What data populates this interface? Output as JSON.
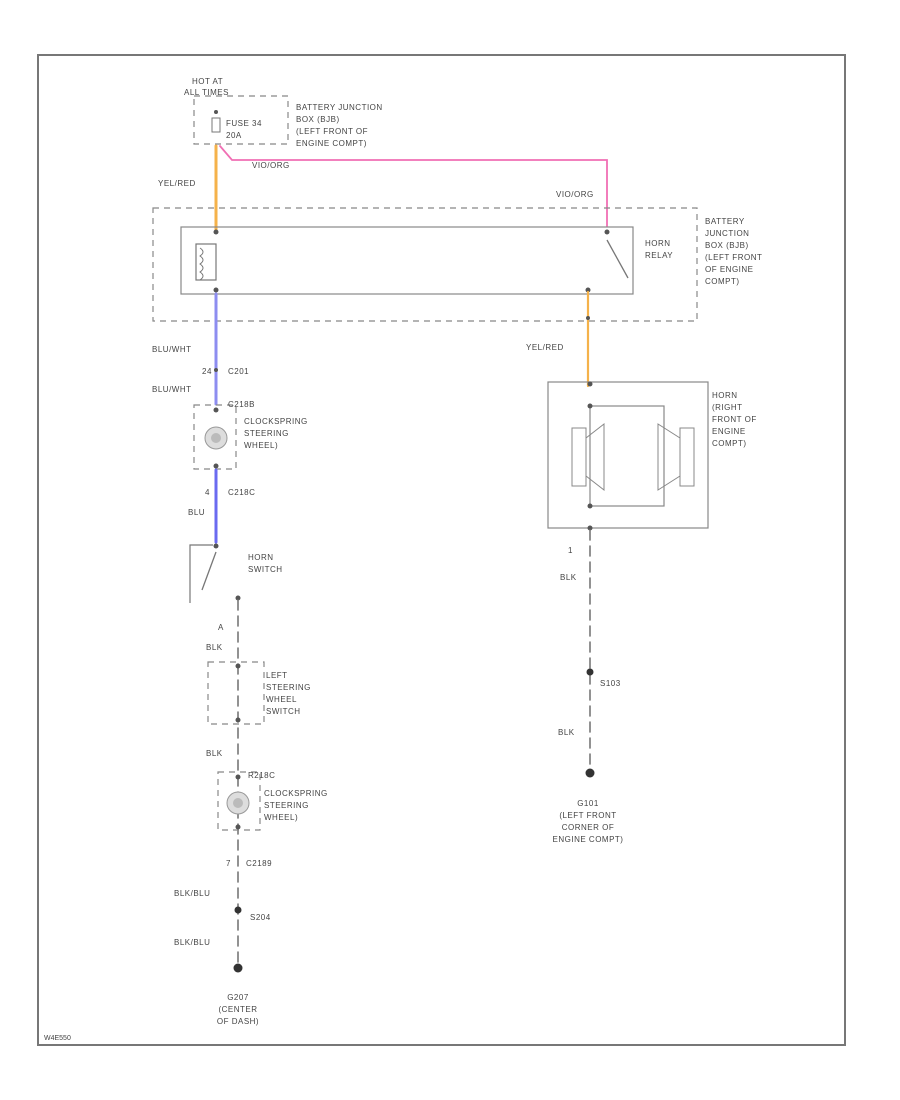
{
  "colors": {
    "wire_yel_red": "#f5b24a",
    "wire_vio_org": "#f06fb4",
    "wire_blu_wht": "#8d8df0",
    "wire_blu": "#6a6af0",
    "wire_blk": "#777777",
    "frame": "#777777"
  },
  "labels": {
    "hot_at_all_times": [
      "HOT AT",
      "ALL TIMES"
    ],
    "fuse": [
      "FUSE 34",
      "20A"
    ],
    "bjb_top": [
      "BATTERY JUNCTION",
      "BOX (BJB)",
      "(LEFT FRONT OF",
      "ENGINE COMPT)"
    ],
    "vio_org_top": "VIO/ORG",
    "yel_red_left": "YEL/RED",
    "vio_org_right": "VIO/ORG",
    "bjb_right": [
      "BATTERY",
      "JUNCTION",
      "BOX (BJB)",
      "(LEFT FRONT",
      "OF ENGINE",
      "COMPT)"
    ],
    "horn_relay": [
      "HORN",
      "RELAY"
    ],
    "blu_wht_1": "BLU/WHT",
    "pin_24": "24",
    "c201": "C201",
    "blu_wht_2": "BLU/WHT",
    "c218b": "C218B",
    "clockspring_1": [
      "CLOCKSPRING",
      "STEERING",
      "WHEEL)"
    ],
    "pin_4": "4",
    "c218c": "C218C",
    "blu": "BLU",
    "horn_switch": [
      "HORN",
      "SWITCH"
    ],
    "pin_a": "A",
    "blk_1": "BLK",
    "left_steering": [
      "LEFT",
      "STEERING",
      "WHEEL",
      "SWITCH"
    ],
    "blk_2": "BLK",
    "r218c": "R218C",
    "clockspring_2": [
      "CLOCKSPRING",
      "STEERING",
      "WHEEL)"
    ],
    "pin_7": "7",
    "c2189": "C2189",
    "blk_blu_1": "BLK/BLU",
    "s204": "S204",
    "blk_blu_2": "BLK/BLU",
    "g207": [
      "G207",
      "(CENTER",
      "OF DASH)"
    ],
    "yel_red_right": "YEL/RED",
    "horn_right": [
      "HORN",
      "(RIGHT",
      "FRONT OF",
      "ENGINE",
      "COMPT)"
    ],
    "pin_1": "1",
    "blk_3": "BLK",
    "s103": "S103",
    "blk_4": "BLK",
    "g101": [
      "G101",
      "(LEFT FRONT",
      "CORNER OF",
      "ENGINE COMPT)"
    ],
    "footer_code": "W4E550"
  }
}
